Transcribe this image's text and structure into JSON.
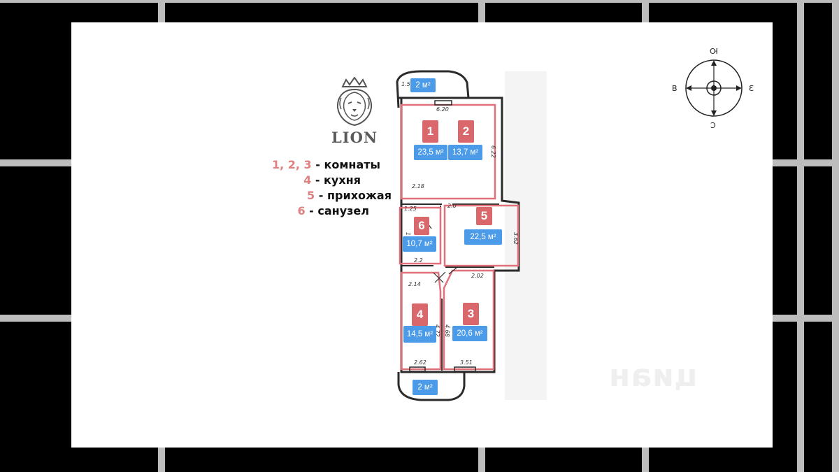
{
  "logo": {
    "text": "LION"
  },
  "legend": [
    {
      "numbers": "1, 2, 3",
      "label": "- комнаты"
    },
    {
      "numbers": "4",
      "label": "- кухня"
    },
    {
      "numbers": "5",
      "label": "- прихожая"
    },
    {
      "numbers": "6",
      "label": "- санузел"
    }
  ],
  "rooms": [
    {
      "number": "1",
      "area": "23,5 м²"
    },
    {
      "number": "2",
      "area": "13,7 м²"
    },
    {
      "number": "3",
      "area": "20,6 м²"
    },
    {
      "number": "4",
      "area": "14,5 м²"
    },
    {
      "number": "5",
      "area": "22,5 м²"
    },
    {
      "number": "6",
      "area": "10,7 м²"
    }
  ],
  "balconies": [
    {
      "area": "2 м²"
    },
    {
      "area": "2 м²"
    }
  ],
  "dimensions": {
    "d1": "6.20",
    "d2": "6.22",
    "d3": "2.18",
    "d4": "1.25",
    "d5": "2.14",
    "d6": "2.62",
    "d7": "3.51",
    "d8": "2.02",
    "d9": "3.62",
    "d10": "4.72",
    "d11": "4.68",
    "d12": "1.5",
    "d13": "2.0",
    "d14": "1.88",
    "d15": "2.2"
  },
  "compass": {
    "north": "Ю",
    "south": "С",
    "west": "В",
    "east": "З"
  },
  "watermark": "циан",
  "colors": {
    "room_outline": "#e0707a",
    "number_badge": "#d9676b",
    "area_badge": "#4b9be8",
    "legend_number": "#e08080"
  }
}
